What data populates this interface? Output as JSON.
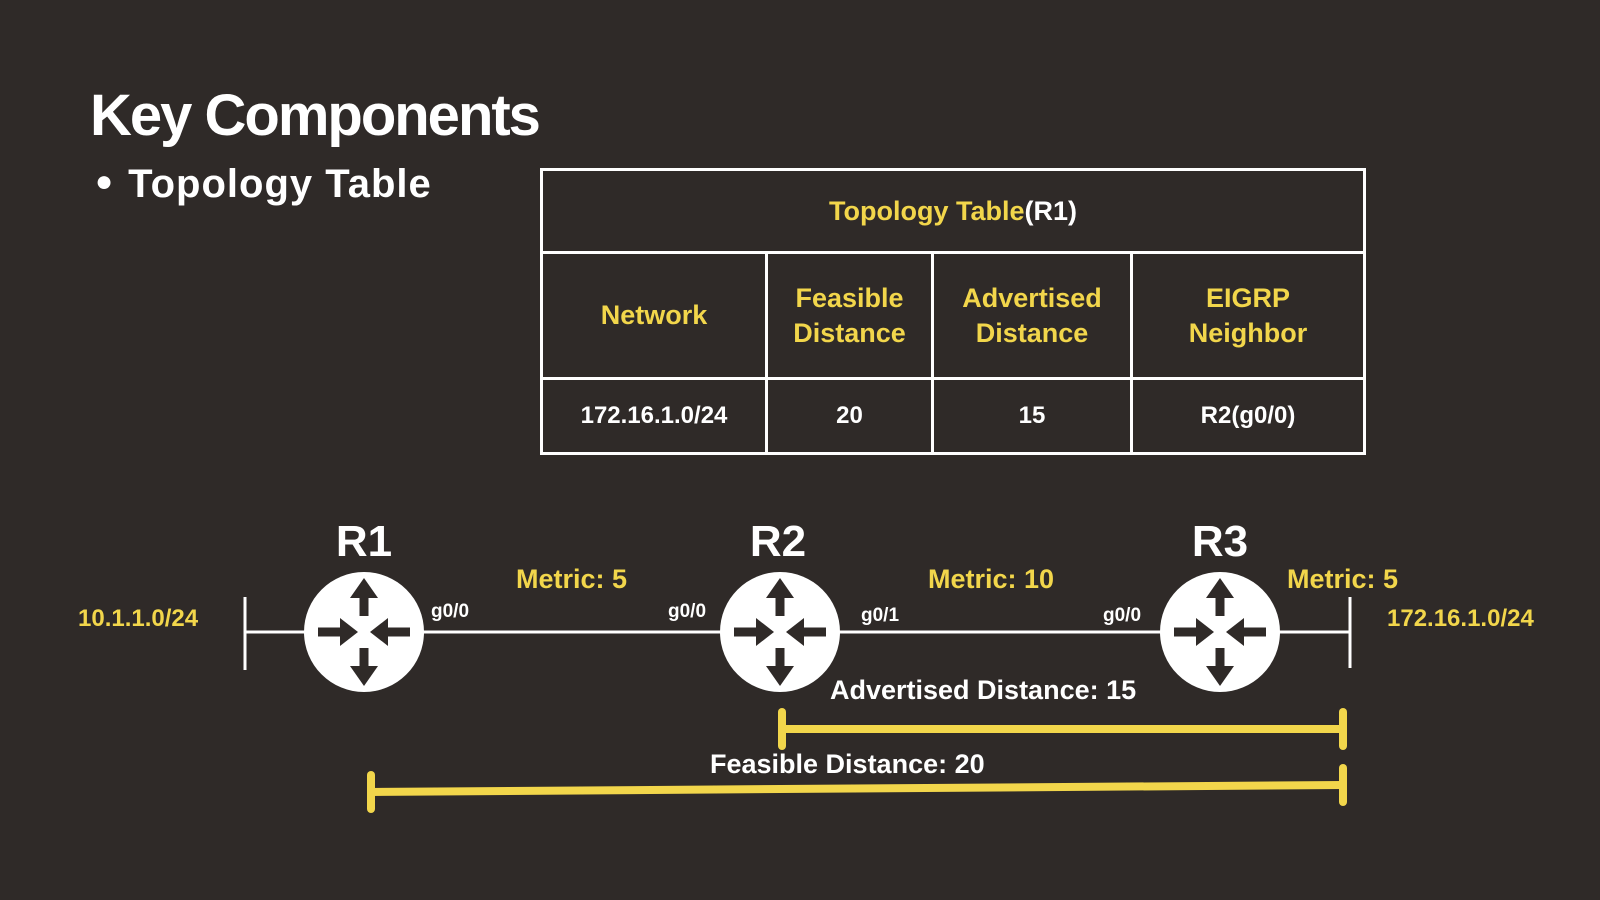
{
  "title": "Key Components",
  "bullet": "Topology Table",
  "table": {
    "caption_main": "Topology Table",
    "caption_suffix": "(R1)",
    "headers": {
      "network": [
        "Network"
      ],
      "fd": [
        "Feasible",
        "Distance"
      ],
      "ad": [
        "Advertised",
        "Distance"
      ],
      "neighbor": [
        "EIGRP",
        "Neighbor"
      ]
    },
    "row": {
      "network": "172.16.1.0/24",
      "fd": "20",
      "ad": "15",
      "neighbor": "R2(g0/0)"
    }
  },
  "diagram": {
    "routers": [
      "R1",
      "R2",
      "R3"
    ],
    "networks": {
      "left": "10.1.1.0/24",
      "right": "172.16.1.0/24"
    },
    "metrics": {
      "r1_r2": "Metric: 5",
      "r2_r3": "Metric: 10",
      "r3_net": "Metric: 5"
    },
    "interfaces": {
      "r1_right": "g0/0",
      "r2_left": "g0/0",
      "r2_right": "g0/1",
      "r3_left": "g0/0"
    },
    "advertised_distance": "Advertised Distance: 15",
    "feasible_distance": "Feasible Distance: 20",
    "colors": {
      "accent": "#f2d64b",
      "background": "#2f2a28",
      "foreground": "#ffffff"
    }
  }
}
